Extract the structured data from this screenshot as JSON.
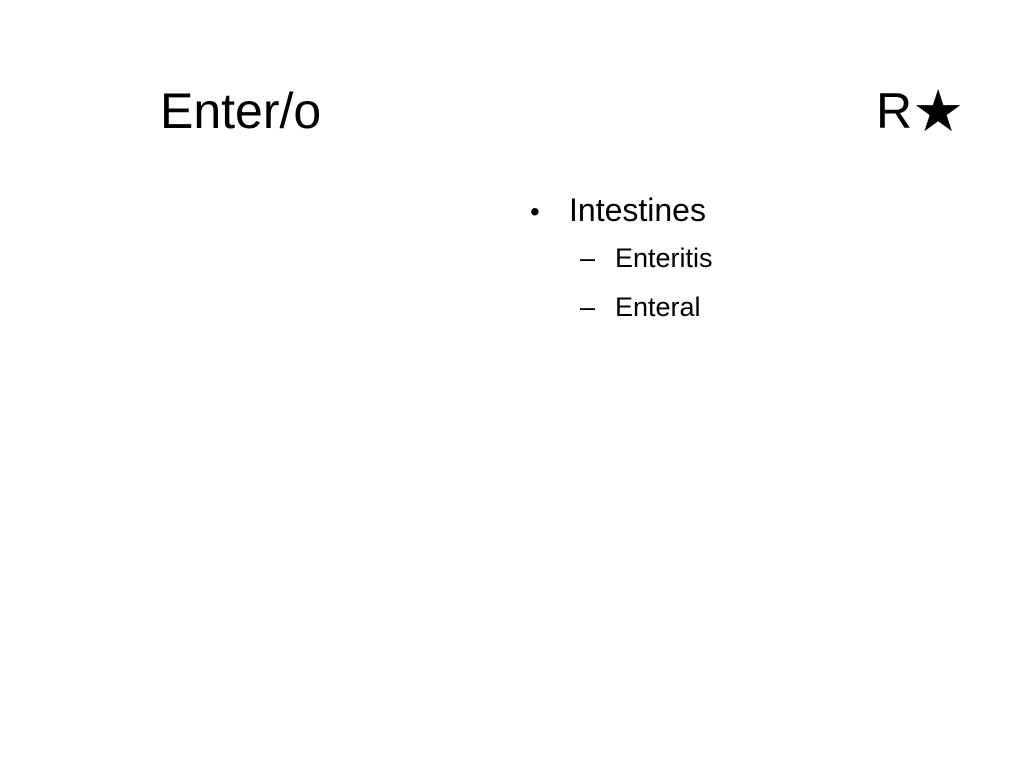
{
  "slide": {
    "title": "Enter/o",
    "mark_letter": "R",
    "mark_icon": "star-icon",
    "mark_glyph": "★"
  },
  "content": {
    "bullet_glyph": "•",
    "sub_glyph": "–",
    "items": [
      {
        "label": "Intestines",
        "subitems": [
          "Enteritis",
          "Enteral"
        ]
      }
    ]
  }
}
